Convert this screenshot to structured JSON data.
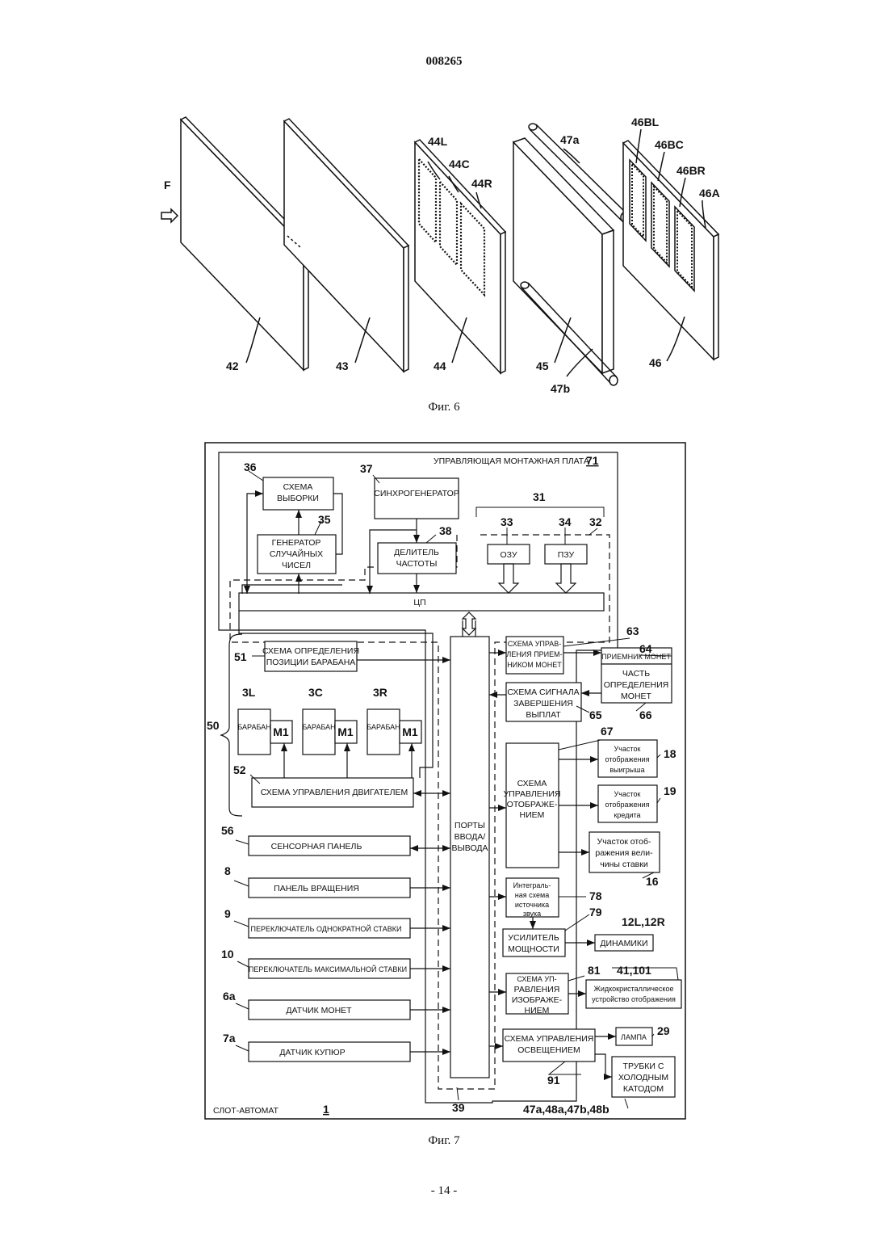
{
  "header": {
    "doc_number": "008265"
  },
  "fig6": {
    "caption": "Фиг. 6",
    "labels": {
      "F": "F",
      "p42": "42",
      "p43": "43",
      "p44": "44",
      "p45": "45",
      "p46": "46",
      "l44L": "44L",
      "l44C": "44C",
      "l44R": "44R",
      "l47a": "47a",
      "l47b": "47b",
      "l46BL": "46BL",
      "l46BC": "46BC",
      "l46BR": "46BR",
      "l46A": "46A"
    }
  },
  "fig7": {
    "caption": "Фиг. 7",
    "board_title": "УПРАВЛЯЮЩАЯ МОНТАЖНАЯ ПЛАТА",
    "board_num": "71",
    "machine_title": "СЛОТ-АВТОМАТ",
    "machine_num": "1",
    "blocks": {
      "sampling": [
        "СХЕМА",
        "ВЫБОРКИ"
      ],
      "rng": [
        "ГЕНЕРАТОР",
        "СЛУЧАЙНЫХ",
        "ЧИСЕЛ"
      ],
      "sync": [
        "СИНХРОГЕНЕРАТОР"
      ],
      "divider": [
        "ДЕЛИТЕЛЬ",
        "ЧАСТОТЫ"
      ],
      "ram": [
        "ОЗУ"
      ],
      "rom": [
        "ПЗУ"
      ],
      "cpu": [
        "ЦП"
      ],
      "reel_pos": [
        "СХЕМА ОПРЕДЕЛЕНИЯ",
        "ПОЗИЦИИ БАРАБАНА"
      ],
      "reel": [
        "БАРАБАН"
      ],
      "motor": [
        "M1"
      ],
      "motor_ctrl": [
        "СХЕМА УПРАВЛЕНИЯ ДВИГАТЕЛЕМ"
      ],
      "touch": [
        "СЕНСОРНАЯ ПАНЕЛЬ"
      ],
      "spin": [
        "ПАНЕЛЬ ВРАЩЕНИЯ"
      ],
      "single_bet": [
        "ПЕРЕКЛЮЧАТЕЛЬ ОДНОКРАТНОЙ СТАВКИ"
      ],
      "max_bet": [
        "ПЕРЕКЛЮЧАТЕЛЬ МАКСИМАЛЬНОЙ СТАВКИ"
      ],
      "coin_sensor": [
        "ДАТЧИК МОНЕТ"
      ],
      "bill_sensor": [
        "ДАТЧИК КУПЮР"
      ],
      "io": [
        "ПОРТЫ",
        "ВВОДА/",
        "ВЫВОДА"
      ],
      "coin_ctrl": [
        "СХЕМА УПРАВ-",
        "ЛЕНИЯ ПРИЕМ-",
        "НИКОМ МОНЕТ"
      ],
      "coin_recv": [
        "ПРИЕМНИК МОНЕТ"
      ],
      "coin_detect": [
        "ЧАСТЬ",
        "ОПРЕДЕЛЕНИЯ",
        "МОНЕТ"
      ],
      "payout": [
        "СХЕМА СИГНАЛА",
        "ЗАВЕРШЕНИЯ",
        "ВЫПЛАТ"
      ],
      "display_ctrl": [
        "СХЕМА",
        "УПРАВЛЕНИЯ",
        "ОТОБРАЖЕ-",
        "НИЕМ"
      ],
      "win_disp": [
        "Участок",
        "отображения",
        "выигрыша"
      ],
      "credit_disp": [
        "Участок",
        "отображения",
        "кредита"
      ],
      "bet_disp": [
        "Участок отоб-",
        "ражения вели-",
        "чины ставки"
      ],
      "sound_ic": [
        "Интеграль-",
        "ная схема",
        "источника",
        "звука"
      ],
      "amp": [
        "УСИЛИТЕЛЬ",
        "МОЩНОСТИ"
      ],
      "speakers": [
        "ДИНАМИКИ"
      ],
      "image_ctrl": [
        "СХЕМА УП-",
        "РАВЛЕНИЯ",
        "ИЗОБРАЖЕ-",
        "НИЕМ"
      ],
      "lcd": [
        "Жидкокристаллическое",
        "устройство отображения"
      ],
      "light_ctrl": [
        "СХЕМА УПРАВЛЕНИЯ",
        "ОСВЕЩЕНИЕМ"
      ],
      "lamp": [
        "ЛАМПА"
      ],
      "ccfl": [
        "ТРУБКИ С",
        "ХОЛОДНЫМ",
        "КАТОДОМ"
      ]
    },
    "refs": {
      "r36": "36",
      "r35": "35",
      "r37": "37",
      "r38": "38",
      "r31": "31",
      "r33": "33",
      "r34": "34",
      "r32": "32",
      "r51": "51",
      "r50": "50",
      "r52": "52",
      "r3L": "3L",
      "r3C": "3C",
      "r3R": "3R",
      "r56": "56",
      "r8": "8",
      "r9": "9",
      "r10": "10",
      "r6a": "6a",
      "r7a": "7a",
      "r39": "39",
      "r63": "63",
      "r64": "64",
      "r65": "65",
      "r66": "66",
      "r67": "67",
      "r18": "18",
      "r19": "19",
      "r16": "16",
      "r78": "78",
      "r79": "79",
      "r12": "12L,12R",
      "r81": "81",
      "r41": "41,101",
      "r29": "29",
      "r91": "91",
      "r47": "47a,48a,47b,48b"
    }
  },
  "footer": {
    "page": "- 14 -"
  }
}
